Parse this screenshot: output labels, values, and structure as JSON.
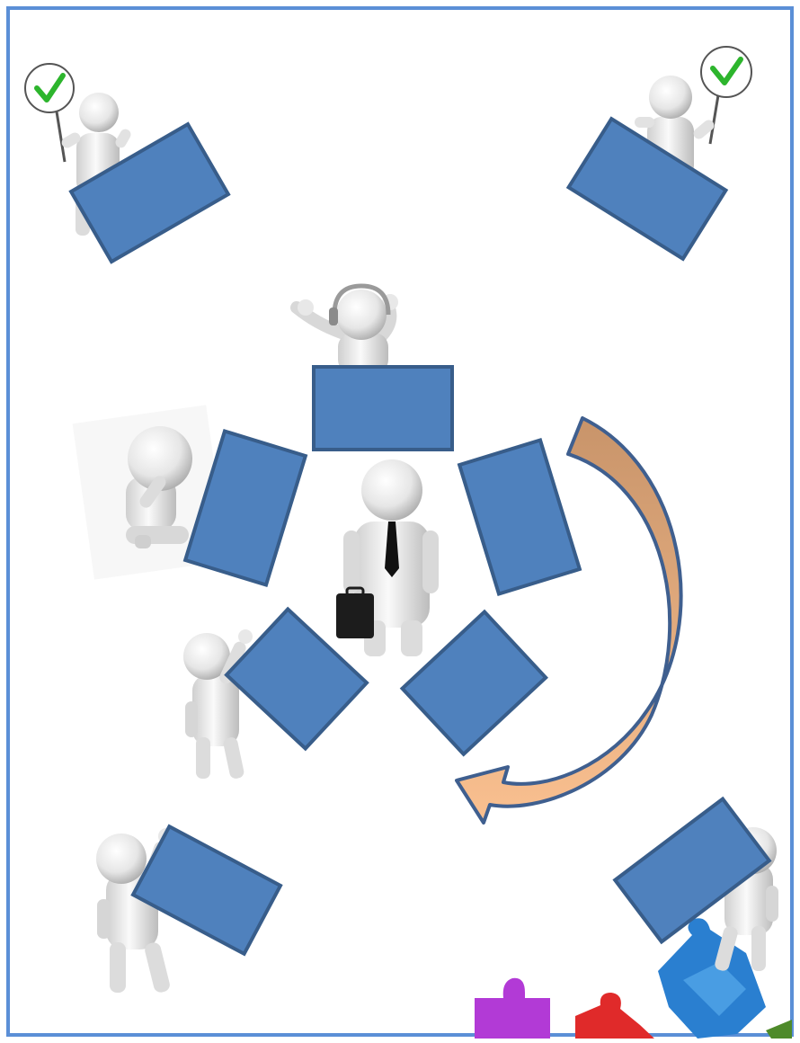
{
  "frame": {
    "border_color": "#5b8fd6"
  },
  "colors": {
    "box_fill": "#4f81bd",
    "box_stroke": "#385d8a",
    "arrow_light": "#fac090",
    "arrow_dark": "#c8946a",
    "check_green": "#2db52d",
    "figure_light": "#f4f4f4",
    "figure_mid": "#c8c8c8",
    "puzzle_purple": "#b23ad6",
    "puzzle_red": "#e02a2a",
    "puzzle_blue": "#2a7fd0",
    "puzzle_green": "#4e8a2a"
  },
  "figures": [
    {
      "name": "check-sign-person-top-left-icon",
      "pose": "sign-check"
    },
    {
      "name": "check-sign-person-top-right-icon",
      "pose": "sign-check"
    },
    {
      "name": "headset-person-icon",
      "pose": "arms-up"
    },
    {
      "name": "thinking-person-icon",
      "pose": "sitting"
    },
    {
      "name": "businessman-icon",
      "pose": "briefcase"
    },
    {
      "name": "pushing-person-left-icon",
      "pose": "pushing"
    },
    {
      "name": "pushing-person-bottom-left-icon",
      "pose": "pushing"
    },
    {
      "name": "pushing-person-bottom-right-icon",
      "pose": "pushing"
    }
  ],
  "icons": {
    "puzzle": "puzzle-pieces-icon",
    "cycle_arrow": "curved-arrow-icon"
  }
}
